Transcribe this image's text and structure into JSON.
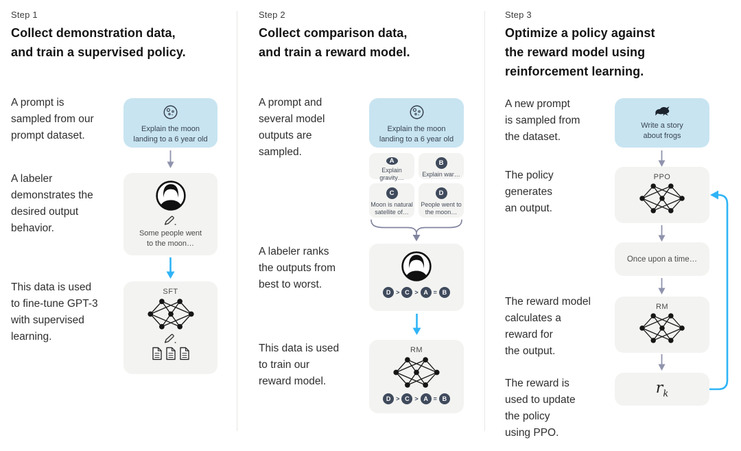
{
  "colors": {
    "prompt_card_bg": "#c8e4f1",
    "card_bg": "#f3f3f1",
    "badge_bg": "#3f4a5c",
    "arrow_gray": "#8f93ac",
    "arrow_blue": "#2fb4f6",
    "heading_text": "#141414",
    "body_text": "#2e2e2e",
    "divider": "#e6e6e4"
  },
  "steps": [
    {
      "label": "Step 1",
      "title": "Collect demonstration data,\nand train a supervised policy.",
      "captions": [
        "A prompt is\nsampled from our\nprompt dataset.",
        "A labeler\ndemonstrates the\ndesired output\nbehavior.",
        "This data is used\nto fine-tune GPT-3\nwith supervised\nlearning."
      ],
      "prompt_card": {
        "icon": "moon-icon",
        "text": "Explain the moon\nlanding to a 6 year old"
      },
      "demo_card": {
        "icon": "labeler-avatar-icon",
        "text": "Some people went\nto the moon…"
      },
      "model_card": {
        "title": "SFT"
      }
    },
    {
      "label": "Step 2",
      "title": "Collect comparison data,\nand train a reward model.",
      "captions": [
        "A prompt and\nseveral model\noutputs are\nsampled.",
        "A labeler ranks\nthe outputs from\nbest to worst.",
        "This data is used\nto train our\nreward model."
      ],
      "prompt_card": {
        "icon": "moon-icon",
        "text": "Explain the moon\nlanding to a 6 year old"
      },
      "options": [
        {
          "letter": "A",
          "text": "Explain gravity…"
        },
        {
          "letter": "B",
          "text": "Explain war…"
        },
        {
          "letter": "C",
          "text": "Moon is natural\nsatellite of…"
        },
        {
          "letter": "D",
          "text": "People went to\nthe moon…"
        }
      ],
      "ranking": {
        "tokens": [
          "D",
          ">",
          "C",
          ">",
          "A",
          "=",
          "B"
        ]
      },
      "model_card": {
        "title": "RM"
      }
    },
    {
      "label": "Step 3",
      "title": "Optimize a policy against\nthe reward model using\nreinforcement learning.",
      "captions": [
        "A new prompt\nis sampled from\nthe dataset.",
        "The policy\ngenerates\nan output.",
        "The reward model\ncalculates a\nreward for\nthe output.",
        "The reward is\nused to update\nthe policy\nusing PPO."
      ],
      "prompt_card": {
        "icon": "frog-icon",
        "text": "Write a story\nabout frogs"
      },
      "policy_card": {
        "title": "PPO"
      },
      "output_card": {
        "text": "Once upon a time…"
      },
      "reward_model_card": {
        "title": "RM"
      },
      "reward_card": {
        "symbol": "r",
        "subscript": "k"
      }
    }
  ]
}
